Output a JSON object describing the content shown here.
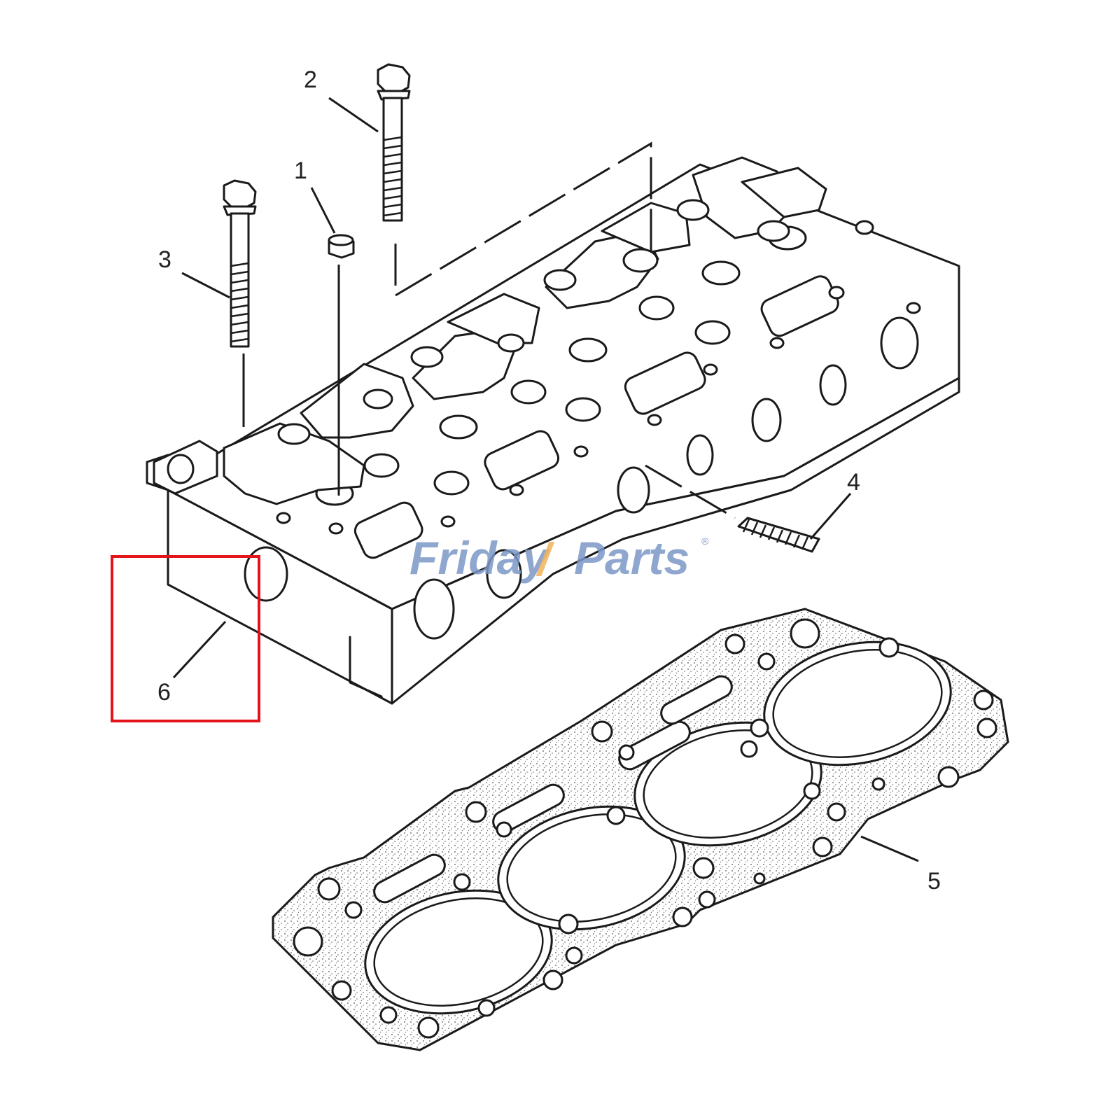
{
  "callouts": [
    {
      "id": "1",
      "label": "1"
    },
    {
      "id": "2",
      "label": "2"
    },
    {
      "id": "3",
      "label": "3"
    },
    {
      "id": "4",
      "label": "4"
    },
    {
      "id": "5",
      "label": "5"
    },
    {
      "id": "6",
      "label": "6"
    }
  ],
  "watermark": {
    "part1": "Friday",
    "part2": "Parts",
    "mark": "®"
  },
  "highlight": {
    "target_callout": "6",
    "color": "#e4141d"
  },
  "colors": {
    "line": "#1a1a1a",
    "highlight": "#e4141d",
    "watermark_blue": "#7c98c6",
    "watermark_orange": "#f2b35a"
  }
}
